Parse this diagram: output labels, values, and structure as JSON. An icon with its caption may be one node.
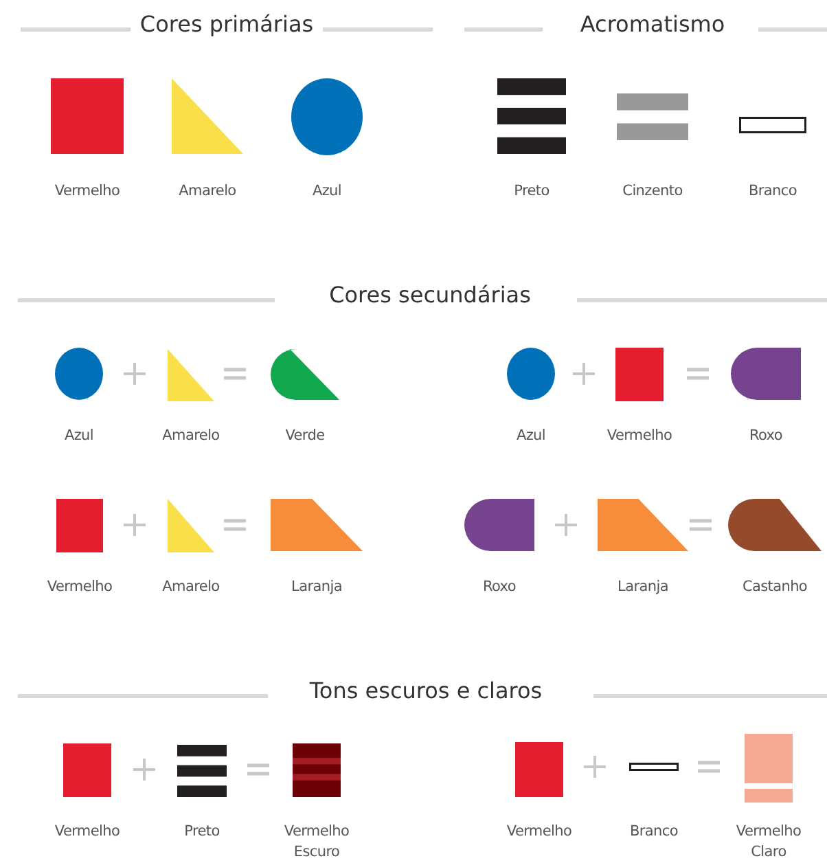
{
  "diagram": {
    "nodes": [
      {
        "text": [],
        "shape": "box",
        "beside": [
          "Vermelho"
        ]
      },
      {
        "text": [],
        "shape": "triangle",
        "beside": [
          "Amarelo"
        ]
      },
      {
        "text": [],
        "shape": "circle",
        "beside": [
          "Azul"
        ]
      },
      {
        "text": [],
        "shape": "bar",
        "beside": [
          "Preto"
        ]
      },
      {
        "text": [],
        "shape": "bar",
        "beside": [
          "Cinzento"
        ]
      },
      {
        "text": [],
        "shape": "bar",
        "beside": [
          "Branco"
        ]
      },
      {
        "text": [],
        "shape": "circle",
        "beside": [
          "Azul"
        ]
      },
      {
        "text": [],
        "shape": "triangle",
        "beside": [
          "Amarelo"
        ]
      },
      {
        "text": [],
        "shape": "trapezoid",
        "beside": [
          "Verde"
        ]
      },
      {
        "text": [],
        "shape": "circle",
        "beside": [
          "Azul"
        ]
      },
      {
        "text": [],
        "shape": "box",
        "beside": [
          "Vermelho"
        ]
      },
      {
        "text": [],
        "shape": "box",
        "beside": [
          "Roxo"
        ]
      },
      {
        "text": [],
        "shape": "box",
        "beside": [
          "Vermelho"
        ]
      },
      {
        "text": [],
        "shape": "triangle",
        "beside": [
          "Amarelo"
        ]
      },
      {
        "text": [],
        "shape": "trapezoid",
        "beside": [
          "Laranja"
        ]
      },
      {
        "text": [],
        "shape": "box",
        "beside": [
          "Roxo"
        ]
      },
      {
        "text": [],
        "shape": "trapezoid",
        "beside": [
          "Laranja"
        ]
      },
      {
        "text": [],
        "shape": "trapezoid",
        "beside": [
          "Castanho"
        ]
      },
      {
        "text": [],
        "shape": "box",
        "beside": [
          "Vermelho"
        ]
      },
      {
        "text": [],
        "shape": "bar",
        "beside": [
          "Preto"
        ]
      },
      {
        "text": [],
        "shape": "box",
        "beside": [
          "Vermelho Escuro"
        ]
      },
      {
        "text": [],
        "shape": "box",
        "beside": [
          "Vermelho"
        ]
      },
      {
        "text": [],
        "shape": "bar",
        "beside": [
          "Branco"
        ]
      },
      {
        "text": [],
        "shape": "box",
        "beside": [
          "Vermelho Claro"
        ]
      }
    ],
    "labels": [
      "Cores primárias",
      "Acromatismo",
      "Cores secundárias",
      "Tons escuros e claros"
    ]
  }
}
